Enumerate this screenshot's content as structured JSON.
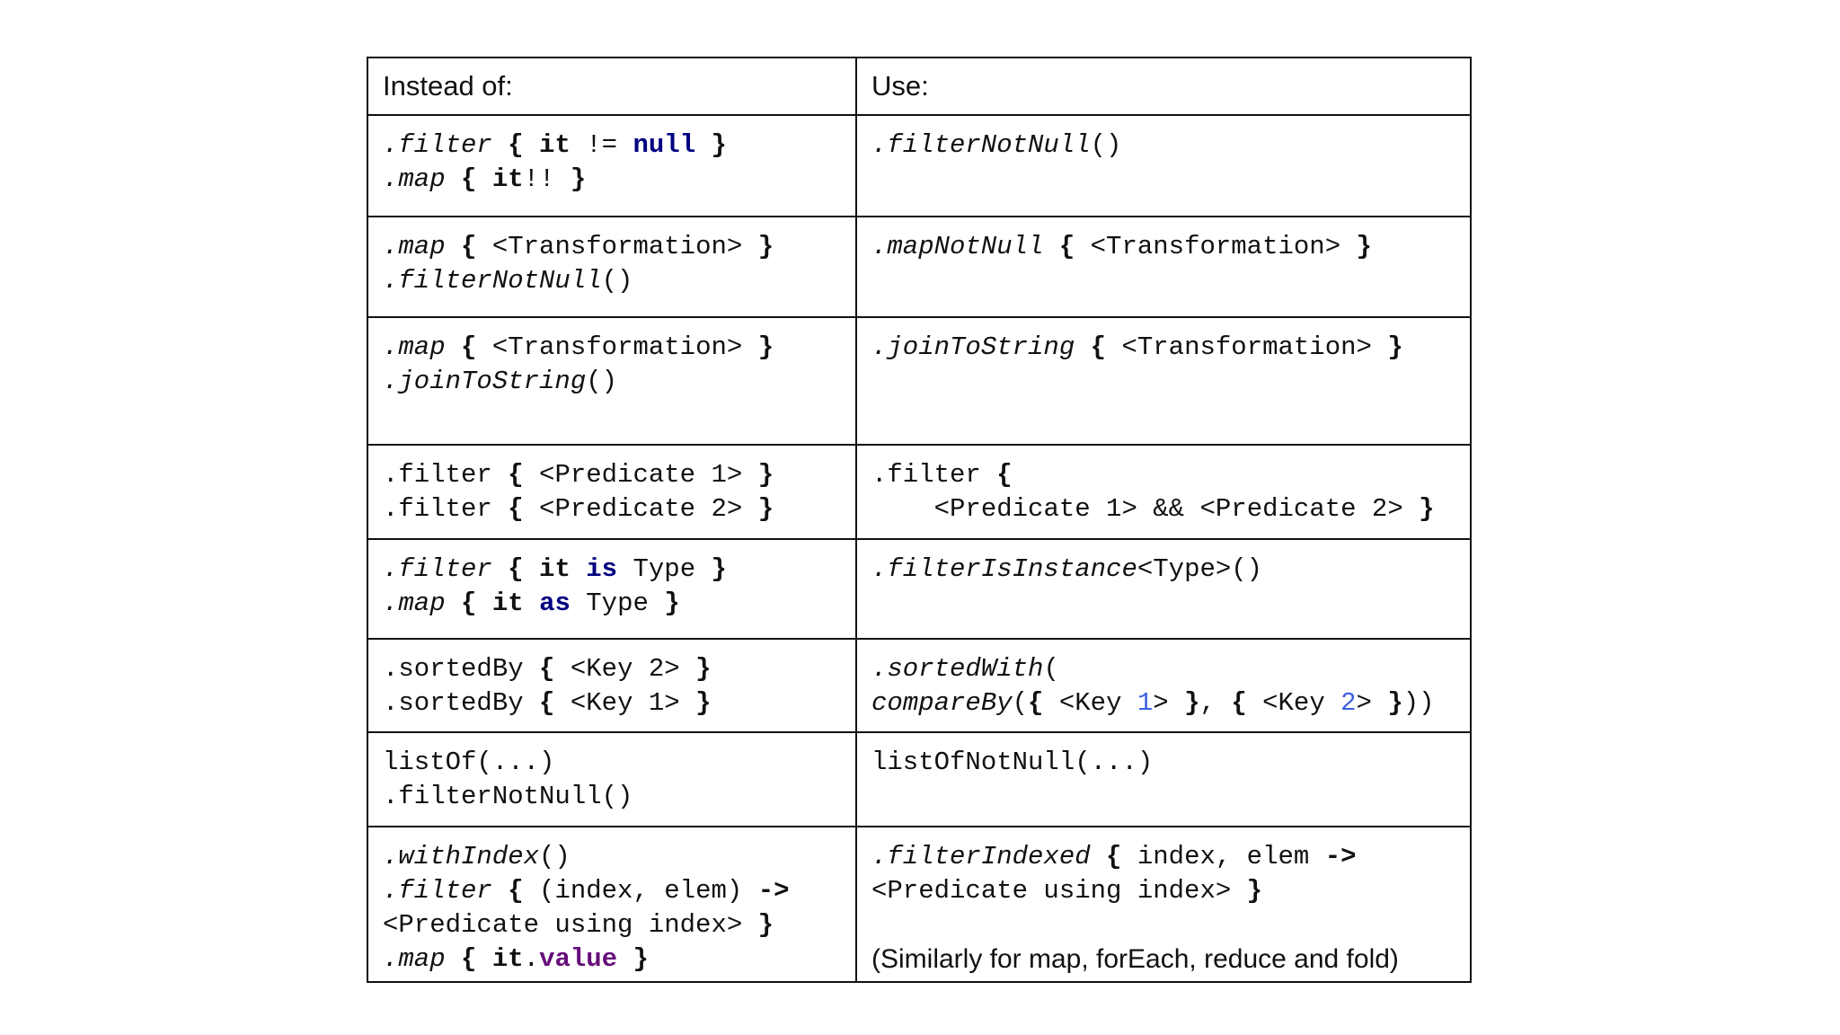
{
  "colors": {
    "background": "#ffffff",
    "border": "#111111",
    "code_text": "#111111",
    "keyword": "#000080",
    "number": "#3d5fdf",
    "field": "#660e7a"
  },
  "table": {
    "header": {
      "left": "Instead of:",
      "right": "Use:"
    },
    "rows": [
      {
        "name": "filter-notnull",
        "left": [
          [
            [
              ".filter",
              "i"
            ],
            [
              " ",
              "r"
            ],
            [
              "{",
              "b"
            ],
            [
              " ",
              "r"
            ],
            [
              "it",
              "b"
            ],
            [
              " ",
              "r"
            ],
            [
              "!=",
              "r"
            ],
            [
              " ",
              "r"
            ],
            [
              "null",
              "k"
            ],
            [
              " ",
              "r"
            ],
            [
              "}",
              "b"
            ]
          ],
          [
            [
              ".map",
              "i"
            ],
            [
              " ",
              "r"
            ],
            [
              "{",
              "b"
            ],
            [
              " ",
              "r"
            ],
            [
              "it",
              "b"
            ],
            [
              "!!",
              "r"
            ],
            [
              " ",
              "r"
            ],
            [
              "}",
              "b"
            ]
          ]
        ],
        "right": [
          [
            [
              ".filterNotNull",
              "i"
            ],
            [
              "()",
              "r"
            ]
          ]
        ]
      },
      {
        "name": "mapnotnull",
        "left": [
          [
            [
              ".map",
              "i"
            ],
            [
              " ",
              "r"
            ],
            [
              "{",
              "b"
            ],
            [
              " ",
              "r"
            ],
            [
              "<Transformation>",
              "r"
            ],
            [
              " ",
              "r"
            ],
            [
              "}",
              "b"
            ]
          ],
          [
            [
              ".filterNotNull",
              "i"
            ],
            [
              "()",
              "r"
            ]
          ]
        ],
        "right": [
          [
            [
              ".mapNotNull",
              "i"
            ],
            [
              " ",
              "r"
            ],
            [
              "{",
              "b"
            ],
            [
              " ",
              "r"
            ],
            [
              "<Transformation>",
              "r"
            ],
            [
              " ",
              "r"
            ],
            [
              "}",
              "b"
            ]
          ]
        ]
      },
      {
        "name": "jointostring",
        "left": [
          [
            [
              ".map",
              "i"
            ],
            [
              " ",
              "r"
            ],
            [
              "{",
              "b"
            ],
            [
              " ",
              "r"
            ],
            [
              "<Transformation>",
              "r"
            ],
            [
              " ",
              "r"
            ],
            [
              "}",
              "b"
            ]
          ],
          [
            [
              ".joinToString",
              "i"
            ],
            [
              "()",
              "r"
            ]
          ]
        ],
        "right": [
          [
            [
              ".joinToString",
              "i"
            ],
            [
              " ",
              "r"
            ],
            [
              "{",
              "b"
            ],
            [
              " ",
              "r"
            ],
            [
              "<Transformation>",
              "r"
            ],
            [
              " ",
              "r"
            ],
            [
              "}",
              "b"
            ]
          ]
        ]
      },
      {
        "name": "combined-filter",
        "left": [
          [
            [
              ".filter",
              "r"
            ],
            [
              " ",
              "r"
            ],
            [
              "{",
              "b"
            ],
            [
              " ",
              "r"
            ],
            [
              "<Predicate 1>",
              "r"
            ],
            [
              " ",
              "r"
            ],
            [
              "}",
              "b"
            ]
          ],
          [
            [
              ".filter",
              "r"
            ],
            [
              " ",
              "r"
            ],
            [
              "{",
              "b"
            ],
            [
              " ",
              "r"
            ],
            [
              "<Predicate 2>",
              "r"
            ],
            [
              " ",
              "r"
            ],
            [
              "}",
              "b"
            ]
          ]
        ],
        "right": [
          [
            [
              ".filter",
              "r"
            ],
            [
              " ",
              "r"
            ],
            [
              "{",
              "b"
            ]
          ],
          [
            [
              "    ",
              "r"
            ],
            [
              "<Predicate 1>",
              "r"
            ],
            [
              " && ",
              "r"
            ],
            [
              "<Predicate 2>",
              "r"
            ],
            [
              " ",
              "r"
            ],
            [
              "}",
              "b"
            ]
          ]
        ]
      },
      {
        "name": "filterisinstance",
        "left": [
          [
            [
              ".filter",
              "i"
            ],
            [
              " ",
              "r"
            ],
            [
              "{",
              "b"
            ],
            [
              " ",
              "r"
            ],
            [
              "it",
              "b"
            ],
            [
              " ",
              "r"
            ],
            [
              "is",
              "k"
            ],
            [
              " ",
              "r"
            ],
            [
              "Type",
              "r"
            ],
            [
              " ",
              "r"
            ],
            [
              "}",
              "b"
            ]
          ],
          [
            [
              ".map",
              "i"
            ],
            [
              " ",
              "r"
            ],
            [
              "{",
              "b"
            ],
            [
              " ",
              "r"
            ],
            [
              "it",
              "b"
            ],
            [
              " ",
              "r"
            ],
            [
              "as",
              "k"
            ],
            [
              " ",
              "r"
            ],
            [
              "Type",
              "r"
            ],
            [
              " ",
              "r"
            ],
            [
              "}",
              "b"
            ]
          ]
        ],
        "right": [
          [
            [
              ".filterIsInstance",
              "i"
            ],
            [
              "<Type>()",
              "r"
            ]
          ]
        ]
      },
      {
        "name": "sortedwith-compareby",
        "left": [
          [
            [
              ".sortedBy",
              "r"
            ],
            [
              " ",
              "r"
            ],
            [
              "{",
              "b"
            ],
            [
              " ",
              "r"
            ],
            [
              "<Key 2>",
              "r"
            ],
            [
              " ",
              "r"
            ],
            [
              "}",
              "b"
            ]
          ],
          [
            [
              ".sortedBy",
              "r"
            ],
            [
              " ",
              "r"
            ],
            [
              "{",
              "b"
            ],
            [
              " ",
              "r"
            ],
            [
              "<Key 1>",
              "r"
            ],
            [
              " ",
              "r"
            ],
            [
              "}",
              "b"
            ]
          ]
        ],
        "right": [
          [
            [
              ".sortedWith",
              "i"
            ],
            [
              "(",
              "r"
            ]
          ],
          [
            [
              "compareBy",
              "i"
            ],
            [
              "(",
              "r"
            ],
            [
              "{",
              "b"
            ],
            [
              " ",
              "r"
            ],
            [
              "<Key ",
              "r"
            ],
            [
              "1",
              "n"
            ],
            [
              ">",
              "r"
            ],
            [
              " ",
              "r"
            ],
            [
              "}",
              "b"
            ],
            [
              ", ",
              "r"
            ],
            [
              "{",
              "b"
            ],
            [
              " ",
              "r"
            ],
            [
              "<Key ",
              "r"
            ],
            [
              "2",
              "n"
            ],
            [
              ">",
              "r"
            ],
            [
              " ",
              "r"
            ],
            [
              "}",
              "b"
            ],
            [
              "))",
              "r"
            ]
          ]
        ]
      },
      {
        "name": "listofnotnull",
        "left": [
          [
            [
              "listOf(...)",
              "r"
            ]
          ],
          [
            [
              ".filterNotNull()",
              "r"
            ]
          ]
        ],
        "right": [
          [
            [
              "listOfNotNull(...)",
              "r"
            ]
          ]
        ]
      },
      {
        "name": "filterindexed",
        "left": [
          [
            [
              ".withIndex",
              "i"
            ],
            [
              "()",
              "r"
            ]
          ],
          [
            [
              ".filter",
              "i"
            ],
            [
              " ",
              "r"
            ],
            [
              "{",
              "b"
            ],
            [
              " ",
              "r"
            ],
            [
              "(index, elem)",
              "r"
            ],
            [
              " ",
              "r"
            ],
            [
              "->",
              "b"
            ]
          ],
          [
            [
              "<Predicate using index>",
              "r"
            ],
            [
              " ",
              "r"
            ],
            [
              "}",
              "b"
            ]
          ],
          [
            [
              ".map",
              "i"
            ],
            [
              " ",
              "r"
            ],
            [
              "{",
              "b"
            ],
            [
              " ",
              "r"
            ],
            [
              "it",
              "b"
            ],
            [
              ".",
              "r"
            ],
            [
              "value",
              "f"
            ],
            [
              " ",
              "r"
            ],
            [
              "}",
              "b"
            ]
          ]
        ],
        "right": [
          [
            [
              ".filterIndexed",
              "i"
            ],
            [
              " ",
              "r"
            ],
            [
              "{",
              "b"
            ],
            [
              " ",
              "r"
            ],
            [
              "index, elem",
              "r"
            ],
            [
              " ",
              "r"
            ],
            [
              "->",
              "b"
            ]
          ],
          [
            [
              "<Predicate using index>",
              "r"
            ],
            [
              " ",
              "r"
            ],
            [
              "}",
              "b"
            ]
          ],
          [],
          [
            [
              "(Similarly for map, forEach, reduce and fold)",
              "s"
            ]
          ]
        ]
      }
    ]
  }
}
